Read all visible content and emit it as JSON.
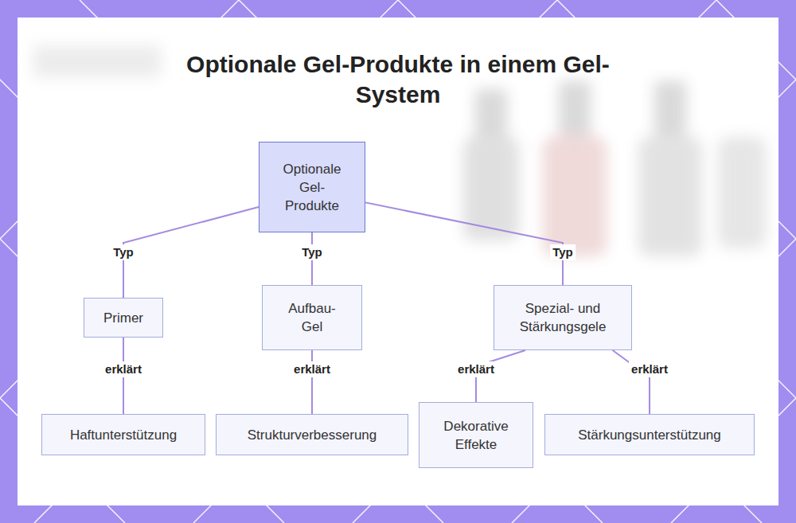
{
  "diagram": {
    "title": "Optionale Gel-Produkte in einem Gel-System",
    "nodes": [
      {
        "text": [
          "Optionale Gel-Produkte"
        ]
      },
      {
        "text": [
          "Primer"
        ]
      },
      {
        "text": [
          "Aufbau-Gel"
        ]
      },
      {
        "text": [
          "Spezial- und Stärkungsgele"
        ]
      },
      {
        "text": [
          "Haftunterstützung"
        ]
      },
      {
        "text": [
          "Strukturverbesserung"
        ]
      },
      {
        "text": [
          "Dekorative Effekte"
        ]
      },
      {
        "text": [
          "Stärkungsunterstützung"
        ]
      }
    ],
    "edges": [
      {
        "from": 0,
        "to": 1,
        "label": "Typ",
        "arrow": "none"
      },
      {
        "from": 0,
        "to": 2,
        "label": "Typ",
        "arrow": "none"
      },
      {
        "from": 0,
        "to": 3,
        "label": "Typ",
        "arrow": "none"
      },
      {
        "from": 1,
        "to": 4,
        "label": "erklärt",
        "arrow": "none"
      },
      {
        "from": 2,
        "to": 5,
        "label": "erklärt",
        "arrow": "none"
      },
      {
        "from": 3,
        "to": 6,
        "label": "erklärt",
        "arrow": "none"
      },
      {
        "from": 3,
        "to": 7,
        "label": "erklärt",
        "arrow": "none"
      }
    ]
  }
}
